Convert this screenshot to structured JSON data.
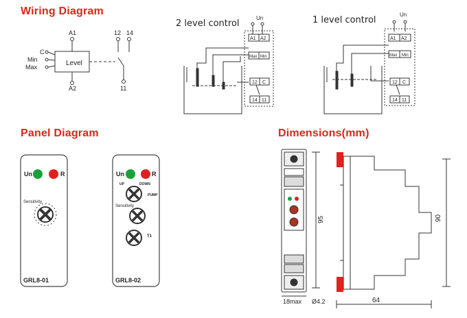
{
  "sections": {
    "wiring": "Wiring Diagram",
    "panel": "Panel Diagram",
    "dimensions": "Dimensions(mm)"
  },
  "wiring": {
    "a1": "A1",
    "a2": "A2",
    "c": "C",
    "min": "Min",
    "max": "Max",
    "level_box": "Level",
    "t12": "12",
    "t14": "14",
    "t11": "11"
  },
  "two_level": {
    "title": "2 level control",
    "un": "Un",
    "a1": "A1",
    "a2": "A2",
    "max": "Max",
    "min": "Min",
    "t12": "12",
    "c": "C",
    "t14": "14",
    "t11": "11"
  },
  "one_level": {
    "title": "1 level control",
    "un": "Un",
    "a1": "A1",
    "a2": "A2",
    "max": "Max",
    "min": "Min",
    "t12": "12",
    "c": "C",
    "t14": "14",
    "t11": "11"
  },
  "panel1": {
    "un": "Un",
    "r": "R",
    "sensitivity": "Sensitivity",
    "model": "GRL8-01",
    "led_green": "#1aa23a",
    "led_red": "#e02020"
  },
  "panel2": {
    "un": "Un",
    "r": "R",
    "up": "UP",
    "down": "DOWN",
    "pump": "PUMP",
    "sensitivity": "Sensitivity",
    "t1": "T1",
    "model": "GRL8-02",
    "led_green": "#1aa23a",
    "led_red": "#e02020"
  },
  "dimensions": {
    "h95": "95",
    "h90": "90",
    "w18": "18max",
    "hole": "Ø4.2",
    "d64": "64",
    "accent": "#e0241b"
  }
}
